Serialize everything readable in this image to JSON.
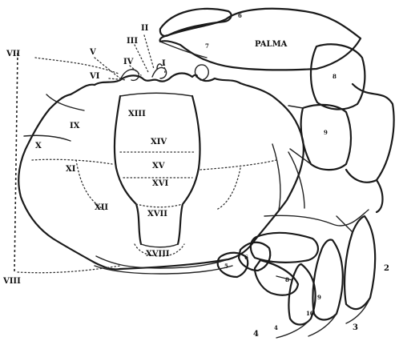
{
  "labels": {
    "palma": "PALMA",
    "I": "I",
    "II": "II",
    "III": "III",
    "IV": "IV",
    "V": "V",
    "VI": "VI",
    "VII": "VII",
    "VIII": "VIII",
    "IX": "IX",
    "X": "X",
    "XI": "XI",
    "XII": "XII",
    "XIII": "XIII",
    "XIV": "XIV",
    "XV": "XV",
    "XVI": "XVI",
    "XVII": "XVII",
    "XVIII": "XVIII",
    "leg_2": "2",
    "leg_3": "3",
    "leg_4": "4"
  },
  "colors": {
    "ink": "#1a1a1a",
    "background": "#ffffff"
  }
}
